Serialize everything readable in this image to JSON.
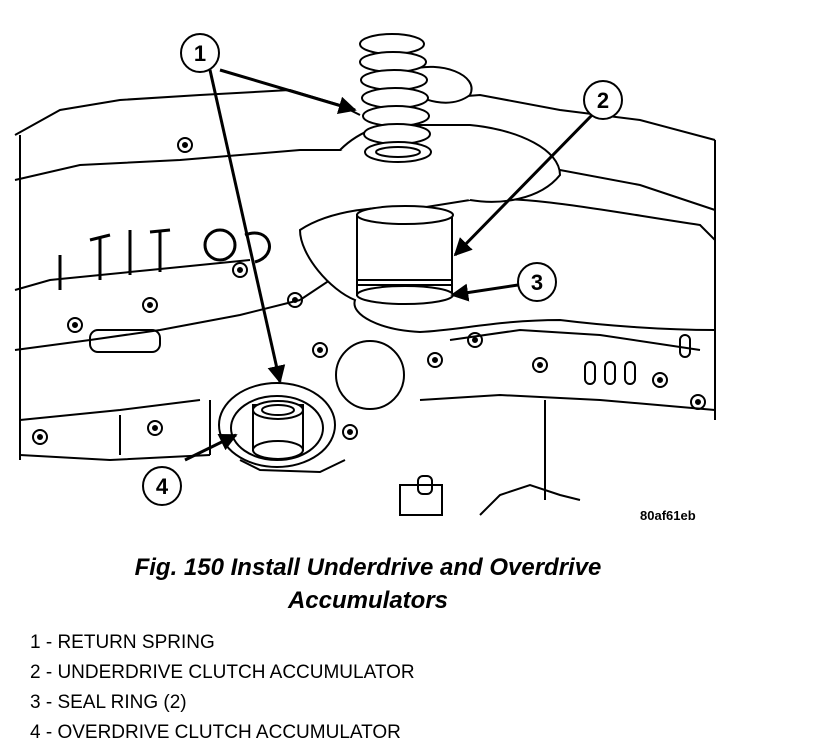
{
  "figure": {
    "reference_code": "80af61eb",
    "caption_line1": "Fig. 150 Install Underdrive and Overdrive",
    "caption_line2": "Accumulators",
    "callouts": [
      "1",
      "2",
      "3",
      "4"
    ]
  },
  "legend": [
    "1 - RETURN SPRING",
    "2 - UNDERDRIVE CLUTCH ACCUMULATOR",
    "3 - SEAL RING (2)",
    "4 - OVERDRIVE CLUTCH ACCUMULATOR"
  ]
}
